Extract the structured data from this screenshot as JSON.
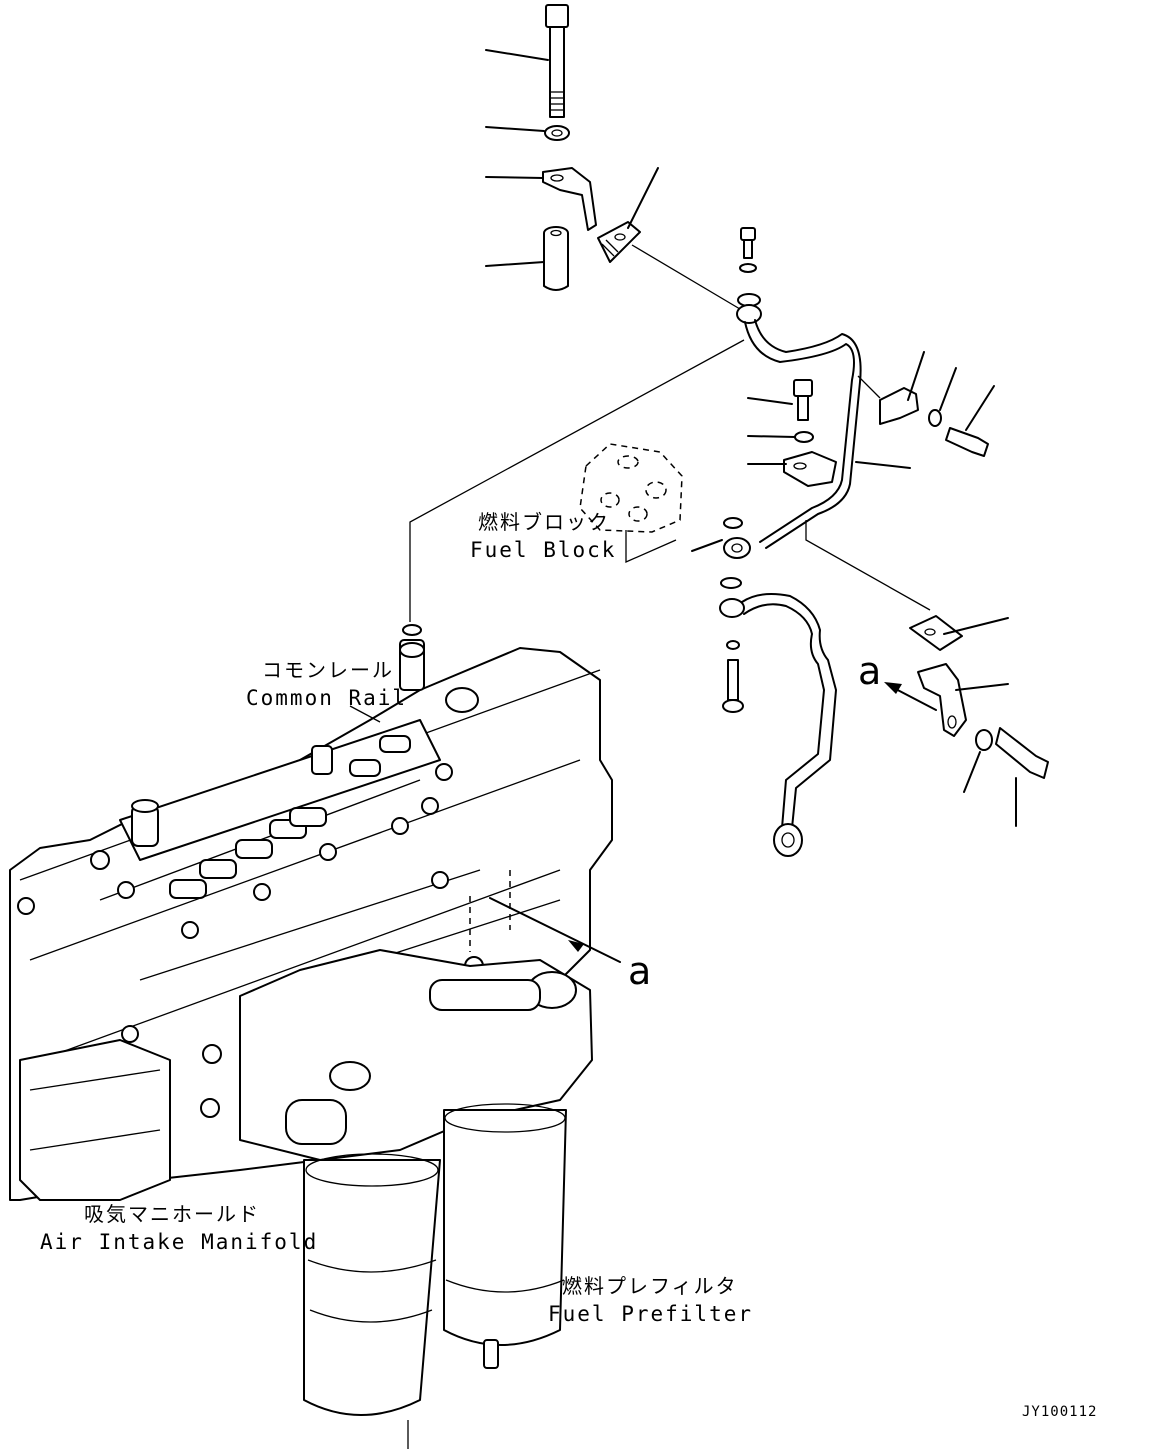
{
  "labels": {
    "fuel_block_jp": "燃料ブロック",
    "fuel_block_en": "Fuel Block",
    "common_rail_jp": "コモンレール",
    "common_rail_en": "Common Rail",
    "air_intake_jp": "吸気マニホールド",
    "air_intake_en": "Air Intake Manifold",
    "fuel_prefilter_jp": "燃料プレフィルタ",
    "fuel_prefilter_en": "Fuel Prefilter"
  },
  "view_marker": "a",
  "drawing_code": "JY100112"
}
